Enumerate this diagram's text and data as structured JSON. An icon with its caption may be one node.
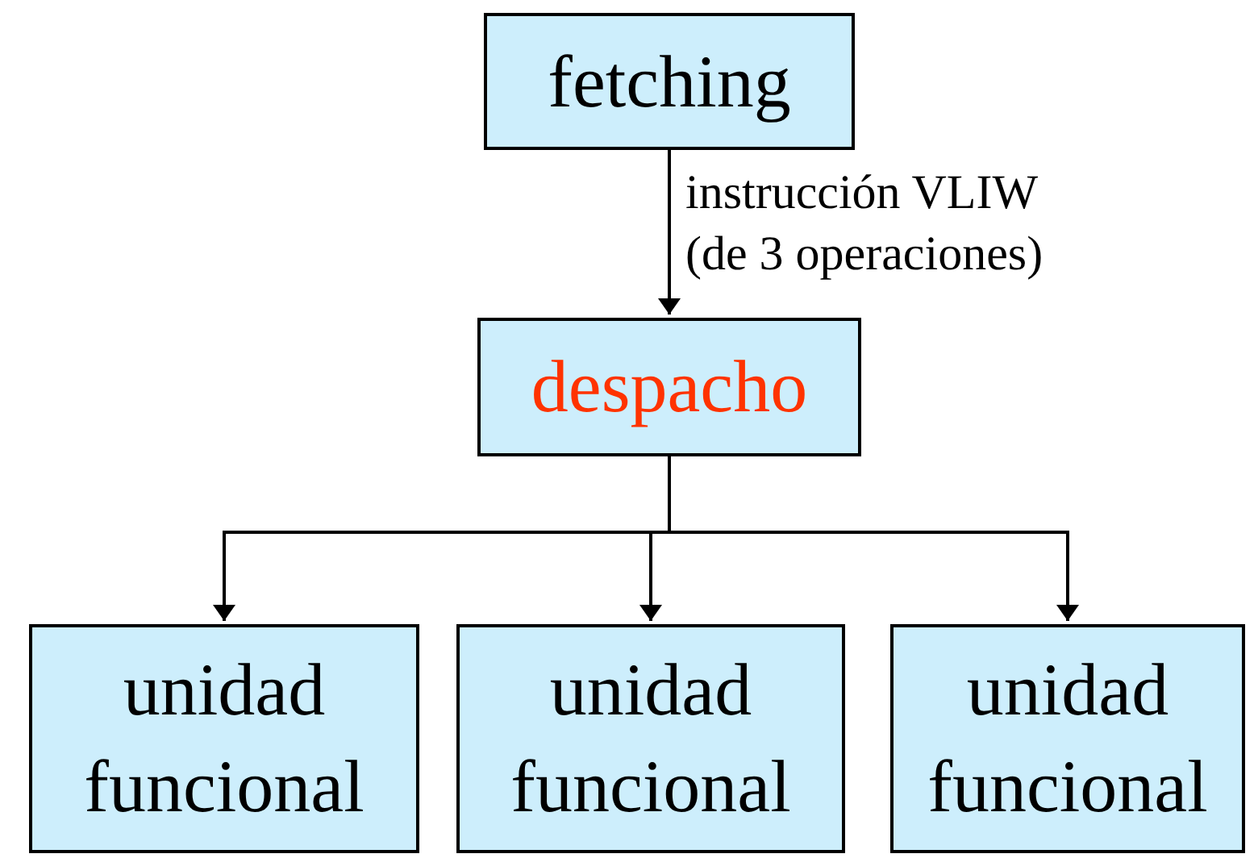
{
  "diagram": {
    "nodes": [
      {
        "text": [
          "fetching"
        ]
      },
      {
        "text": [
          "despacho"
        ]
      },
      {
        "text": [
          "unidad funcional"
        ]
      },
      {
        "text": [
          "unidad funcional"
        ]
      },
      {
        "text": [
          "unidad funcional"
        ]
      }
    ],
    "edges": [
      {
        "from": 0,
        "to": 1,
        "arrow": "to",
        "label": "instrucción VLIW (de 3 operaciones)"
      },
      {
        "from": 1,
        "to": 2,
        "arrow": "to"
      },
      {
        "from": 1,
        "to": 3,
        "arrow": "to"
      },
      {
        "from": 1,
        "to": 4,
        "arrow": "to"
      }
    ]
  }
}
